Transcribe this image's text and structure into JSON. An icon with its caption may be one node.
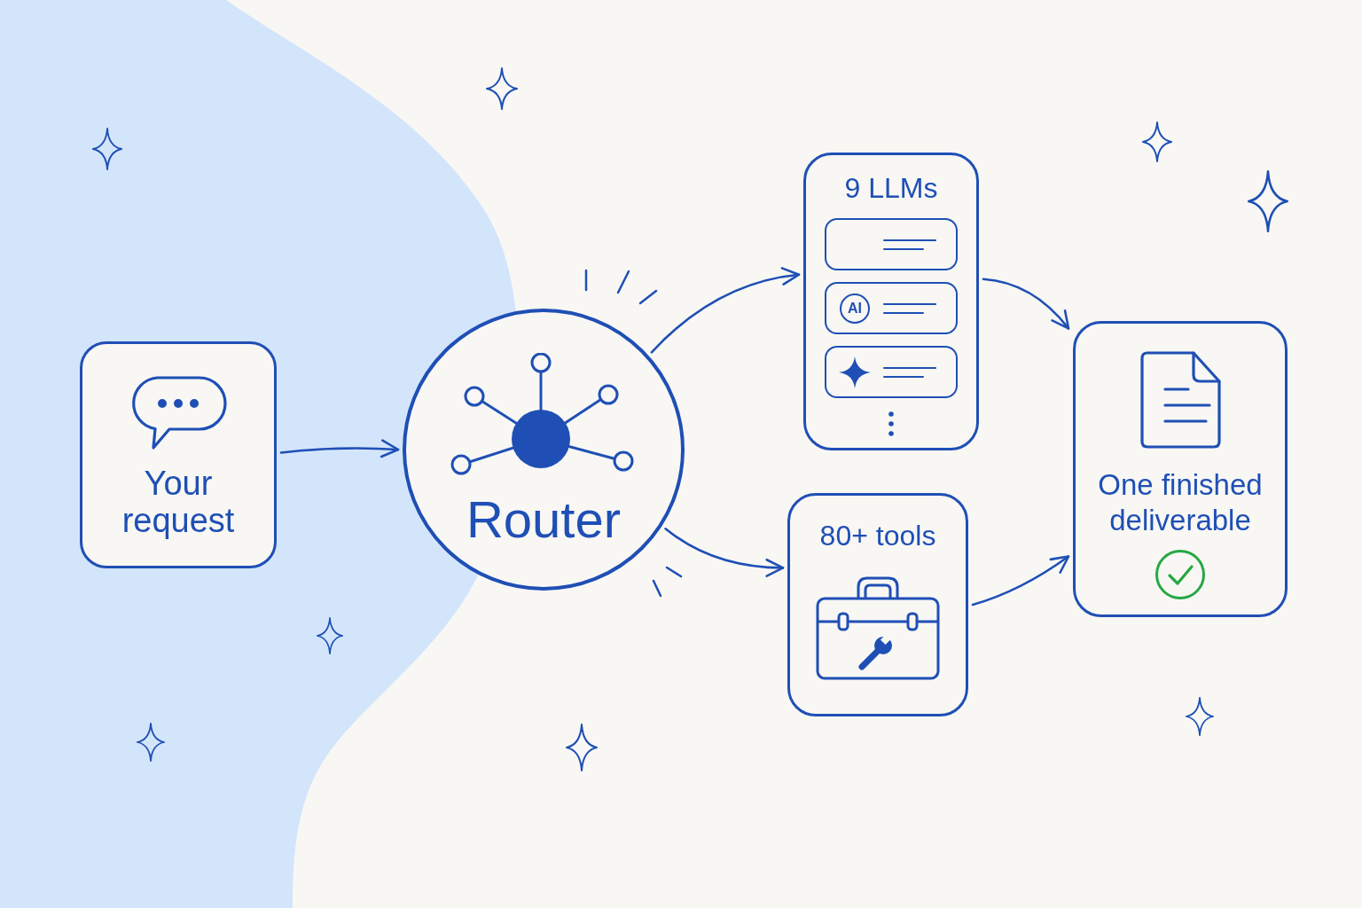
{
  "diagram": {
    "nodes": [
      {
        "text": [
          "Your request"
        ]
      },
      {
        "text": [
          "Router"
        ]
      },
      {
        "text": [
          "9 LLMs"
        ]
      },
      {
        "text": [
          "AI"
        ],
        "in": 2
      },
      {
        "text": [
          "80+ tools"
        ]
      },
      {
        "text": [
          "One finished deliverable"
        ]
      }
    ],
    "edges": [
      {
        "from": 0,
        "to": 1,
        "arrow": "to"
      },
      {
        "from": 1,
        "to": 2,
        "arrow": "to"
      },
      {
        "from": 1,
        "to": 4,
        "arrow": "to"
      },
      {
        "from": 2,
        "to": 5,
        "arrow": "to"
      },
      {
        "from": 4,
        "to": 5,
        "arrow": "to"
      }
    ]
  }
}
